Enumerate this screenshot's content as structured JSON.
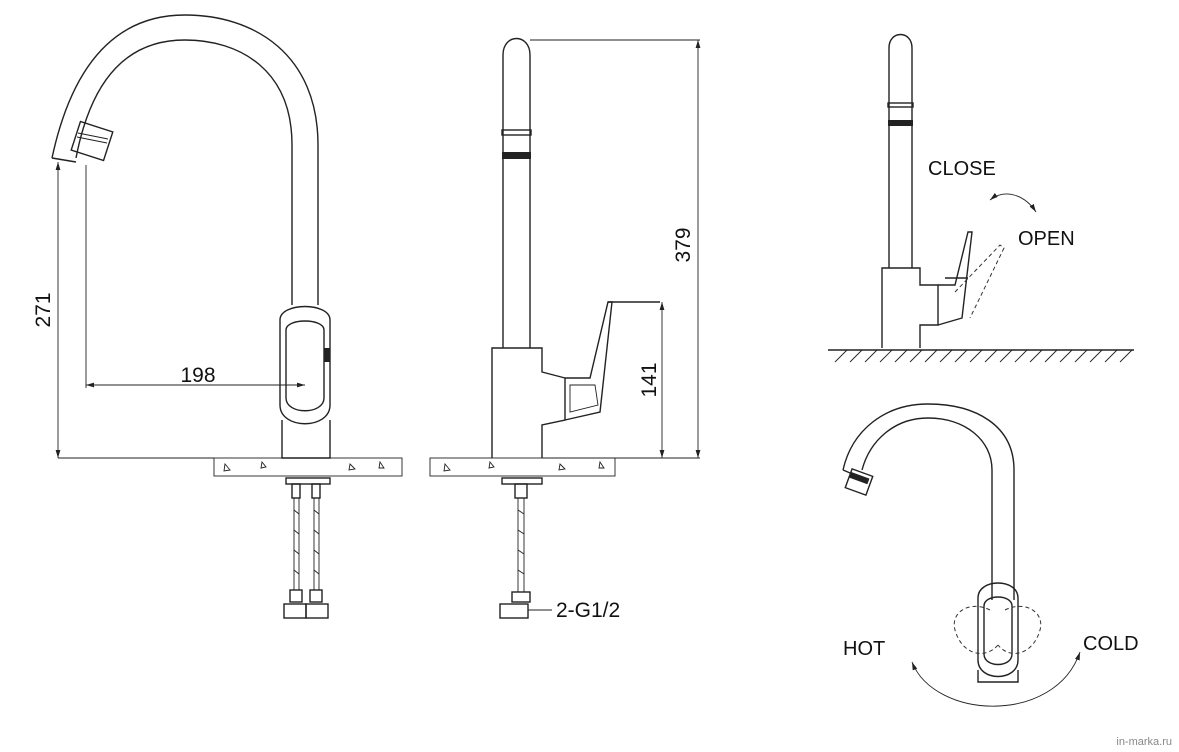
{
  "dimensions": {
    "spout_height": "271",
    "spout_reach": "198",
    "total_height": "379",
    "lever_height": "141"
  },
  "labels": {
    "connection": "2-G1/2",
    "close": "CLOSE",
    "open": "OPEN",
    "hot": "HOT",
    "cold": "COLD"
  },
  "watermark": "in-marka.ru"
}
